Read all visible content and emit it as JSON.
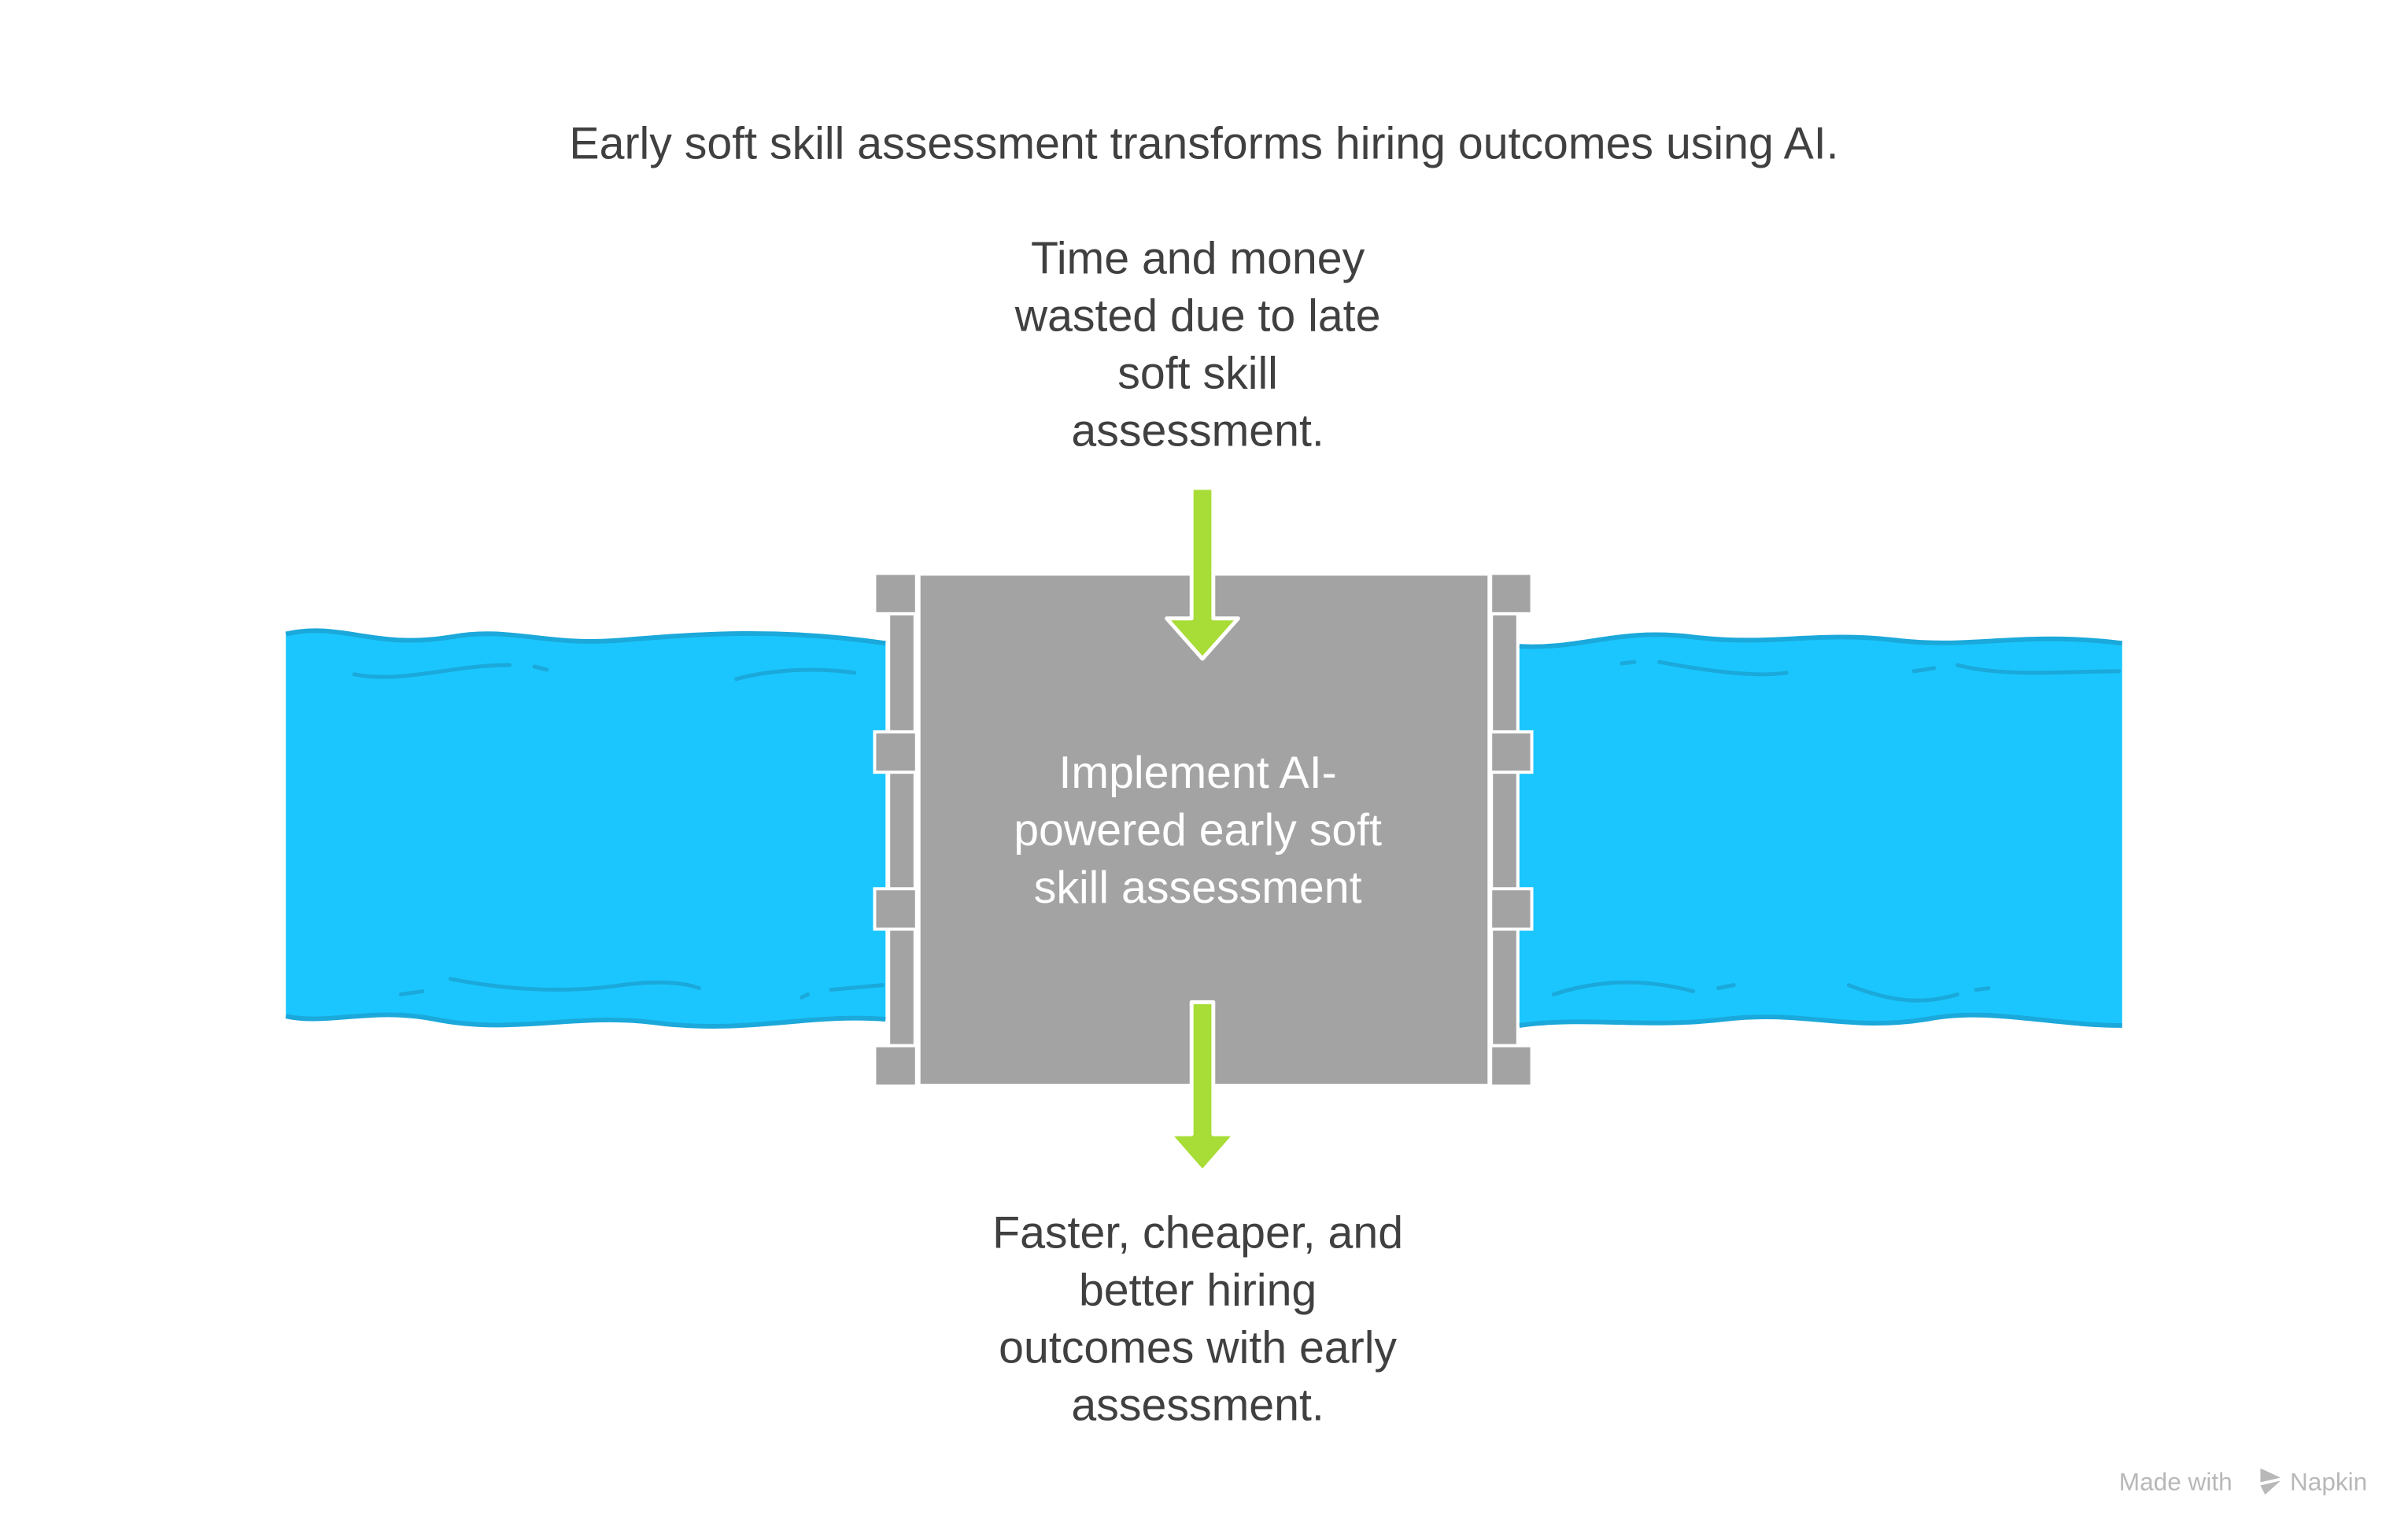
{
  "title": "Early soft skill assessment transforms hiring outcomes using AI.",
  "top_label": [
    "Time and money",
    "wasted due to late",
    "soft skill",
    "assessment."
  ],
  "center_label": [
    "Implement AI-",
    "powered early soft",
    "skill assessment"
  ],
  "bottom_label": [
    "Faster, cheaper, and",
    "better hiring",
    "outcomes with early",
    "assessment."
  ],
  "watermark": {
    "prefix": "Made with",
    "brand": "Napkin"
  },
  "colors": {
    "water": "#1AC6FD",
    "water_line": "#1BA8DA",
    "gate": "#A3A3A3",
    "arrow": "#A8DC36",
    "text": "#404040"
  }
}
